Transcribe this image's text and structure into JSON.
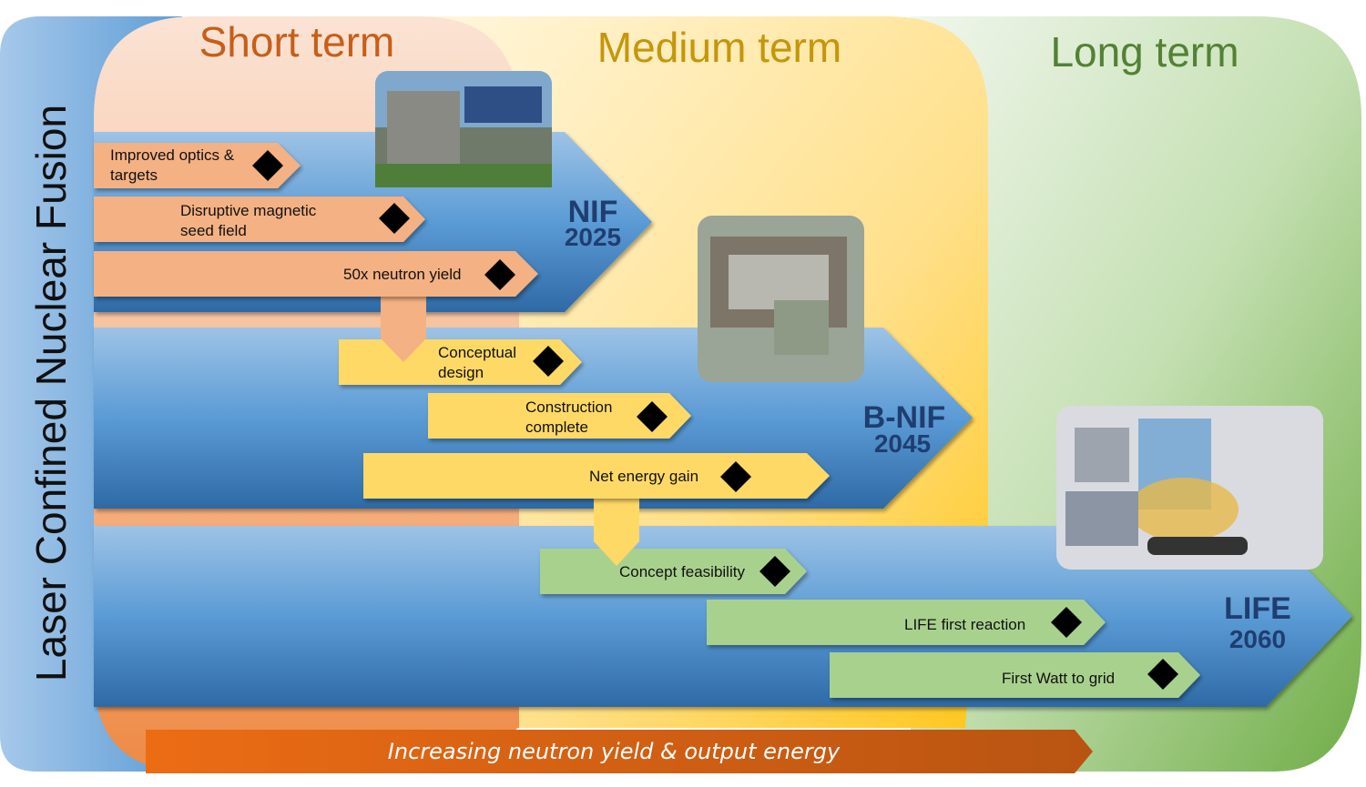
{
  "side_title": "Laser Confined Nuclear Fusion",
  "phases": [
    {
      "label": "Short term",
      "color": "#c65f1a"
    },
    {
      "label": "Medium term",
      "color": "#c4960b"
    },
    {
      "label": "Long term",
      "color": "#538135"
    }
  ],
  "programs": [
    {
      "name": "NIF",
      "year": "2025",
      "image": "NIF facility building photo"
    },
    {
      "name": "B-NIF",
      "year": "2045",
      "image": "B-NIF facility aerial rendering"
    },
    {
      "name": "LIFE",
      "year": "2060",
      "image": "LIFE power plant cutaway rendering"
    }
  ],
  "milestones": {
    "nif": [
      {
        "line1": "Improved optics &",
        "line2": "targets"
      },
      {
        "line1": "Disruptive magnetic",
        "line2": "seed field"
      },
      {
        "line1": "50x neutron yield",
        "line2": ""
      }
    ],
    "bnif": [
      {
        "line1": "Conceptual",
        "line2": "design"
      },
      {
        "line1": "Construction",
        "line2": "complete"
      },
      {
        "line1": "Net energy gain",
        "line2": ""
      }
    ],
    "life": [
      {
        "line1": "Concept feasibility",
        "line2": ""
      },
      {
        "line1": "LIFE first reaction",
        "line2": ""
      },
      {
        "line1": "First Watt to grid",
        "line2": ""
      }
    ]
  },
  "bottom_arrow": "Increasing neutron yield & output energy",
  "colors": {
    "short": "#f4b183",
    "medium": "#ffd966",
    "long": "#a9d18e",
    "program_blue": "#5b9bd5",
    "label_navy": "#1f3e70",
    "bottom_orange": "#e46c0a"
  }
}
